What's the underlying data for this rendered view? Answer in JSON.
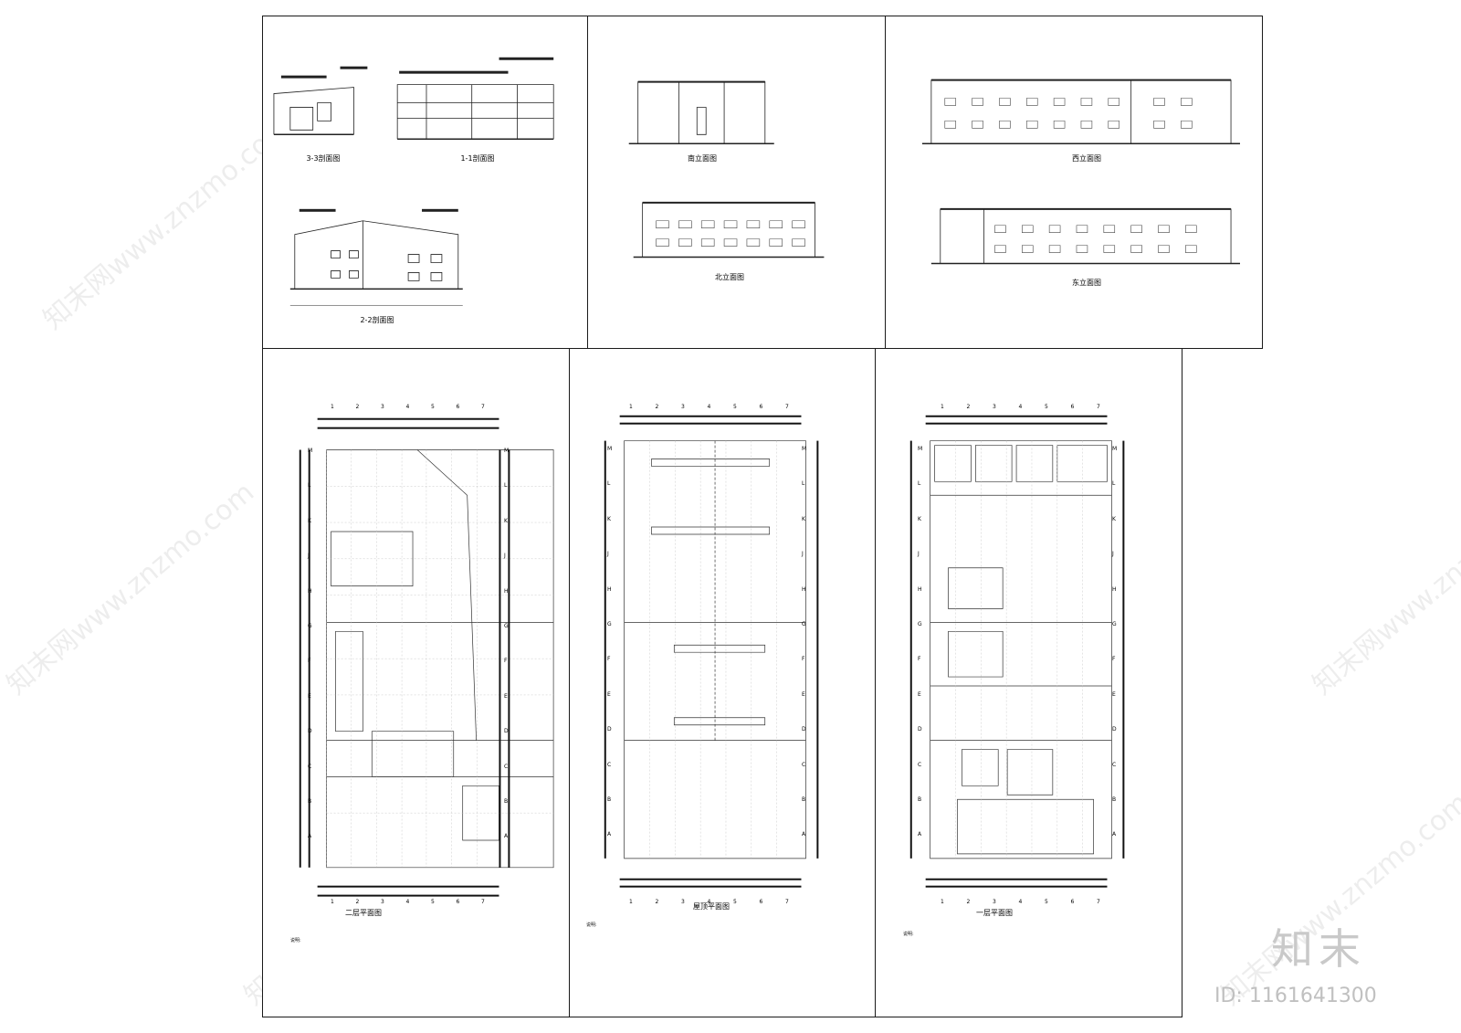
{
  "sheets": {
    "sections": {
      "title_1": "1-1剖面图",
      "title_2": "2-2剖面图",
      "title_3": "3-3剖面图"
    },
    "elev_ns": {
      "title_south": "南立面图",
      "title_north": "北立面图"
    },
    "elev_ew": {
      "title_west": "西立面图",
      "title_east": "东立面图"
    },
    "plan_2f": {
      "title": "二层平面图",
      "notes_head": "说明:"
    },
    "plan_roof": {
      "title": "屋顶平面图",
      "notes_head": "说明:"
    },
    "plan_1f": {
      "title": "一层平面图",
      "notes_head": "说明:"
    }
  },
  "grid": {
    "columns": [
      "1",
      "2",
      "3",
      "4",
      "5",
      "6",
      "7"
    ],
    "rows": [
      "M",
      "L",
      "K",
      "J",
      "H",
      "G",
      "F",
      "E",
      "D",
      "C",
      "B",
      "A"
    ]
  },
  "watermark": {
    "text": "知末网www.znzmo.com"
  },
  "brand": {
    "logo_text": "知末",
    "id_text": "ID: 1161641300"
  }
}
